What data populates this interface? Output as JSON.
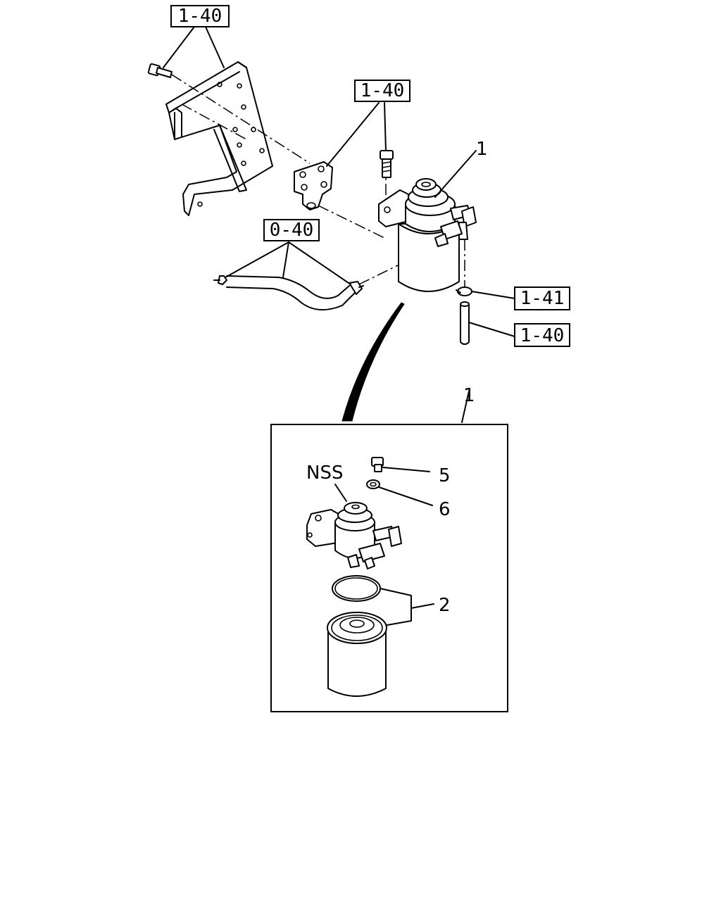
{
  "references": {
    "ref_bracket_top": "1-40",
    "ref_bracket_mid": "1-40",
    "ref_hose": "0-40",
    "ref_clip": "1-41",
    "ref_tube": "1-40"
  },
  "callouts": {
    "assembly_main": "1",
    "assembly_detail": "1",
    "nss": "NSS",
    "bolt": "5",
    "washer": "6",
    "element_kit": "2"
  }
}
